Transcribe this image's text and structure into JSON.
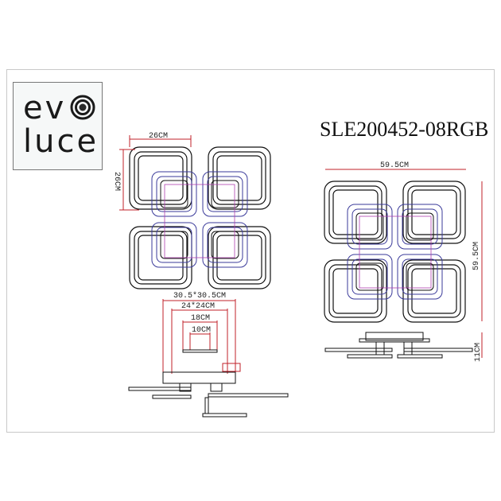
{
  "brand": {
    "line1": "ev",
    "line2": "luce",
    "logo_icon": "concentric-circle-icon"
  },
  "model": "SLE200452-08RGB",
  "top_view_left": {
    "dim_width": "26CM",
    "dim_height": "26CM"
  },
  "top_view_right": {
    "dim_width": "59.5CM",
    "dim_height": "59.5CM"
  },
  "side_view_left": {
    "dims": [
      "30.5*30.5CM",
      "24*24CM",
      "18CM",
      "10CM"
    ]
  },
  "side_view_right": {
    "dim_height": "11CM"
  },
  "colors": {
    "dimension": "#c0202a",
    "outline": "#111111",
    "inner_ring": "#3a3a9a",
    "led": "#b040b0"
  }
}
